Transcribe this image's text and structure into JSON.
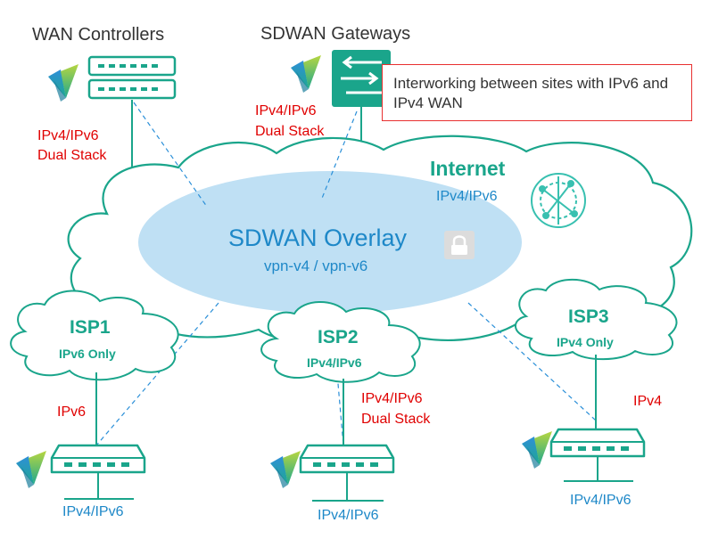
{
  "labels": {
    "wan_controllers": "WAN Controllers",
    "sdwan_gateways": "SDWAN Gateways",
    "note": "Interworking between sites with IPv6 and IPv4 WAN",
    "ctrl_stack_1": "IPv4/IPv6",
    "ctrl_stack_2": "Dual Stack",
    "gw_stack_1": "IPv4/IPv6",
    "gw_stack_2": "Dual Stack",
    "internet": "Internet",
    "internet_proto": "IPv4/IPv6",
    "overlay_title": "SDWAN Overlay",
    "overlay_sub": "vpn-v4  / vpn-v6",
    "isp1": "ISP1",
    "isp1_proto": "IPv6 Only",
    "isp2": "ISP2",
    "isp2_proto": "IPv4/IPv6",
    "isp3": "ISP3",
    "isp3_proto": "IPv4 Only",
    "link_isp1": "IPv6",
    "link_isp2_1": "IPv4/IPv6",
    "link_isp2_2": "Dual Stack",
    "link_isp3": "IPv4",
    "site1_lan": "IPv4/IPv6",
    "site2_lan": "IPv4/IPv6",
    "site3_lan": "IPv4/IPv6"
  },
  "colors": {
    "accent_green": "#1aa58b",
    "red_text": "#e00000",
    "blue_text": "#1e88c8",
    "overlay_fill": "#bfe0f4",
    "dashed_line": "#2a8fd8"
  },
  "icons": [
    "vendor-logo-icon",
    "controller-server-icon",
    "gateway-router-icon",
    "router-icon",
    "lock-icon",
    "internet-globe-icon"
  ]
}
